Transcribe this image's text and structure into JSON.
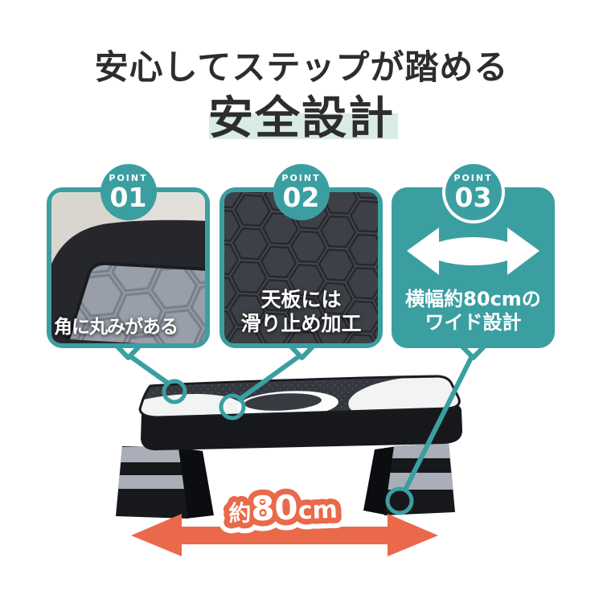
{
  "header": {
    "subtitle": "安心してステップが踏める",
    "title": "安全設計"
  },
  "points": [
    {
      "badge": "POINT",
      "number": "01",
      "caption": "角に丸みがある"
    },
    {
      "badge": "POINT",
      "number": "02",
      "caption1": "天板には",
      "caption2": "滑り止め加工"
    },
    {
      "badge": "POINT",
      "number": "03",
      "caption1": "横幅約80cmの",
      "caption2": "ワイド設計"
    }
  ],
  "dimension": {
    "prefix": "約",
    "value": "80",
    "unit": "cm"
  },
  "colors": {
    "teal": "#3b9fa1",
    "mint": "#d9eae7",
    "orange": "#e9694a",
    "title_text": "#2d2d2d"
  }
}
